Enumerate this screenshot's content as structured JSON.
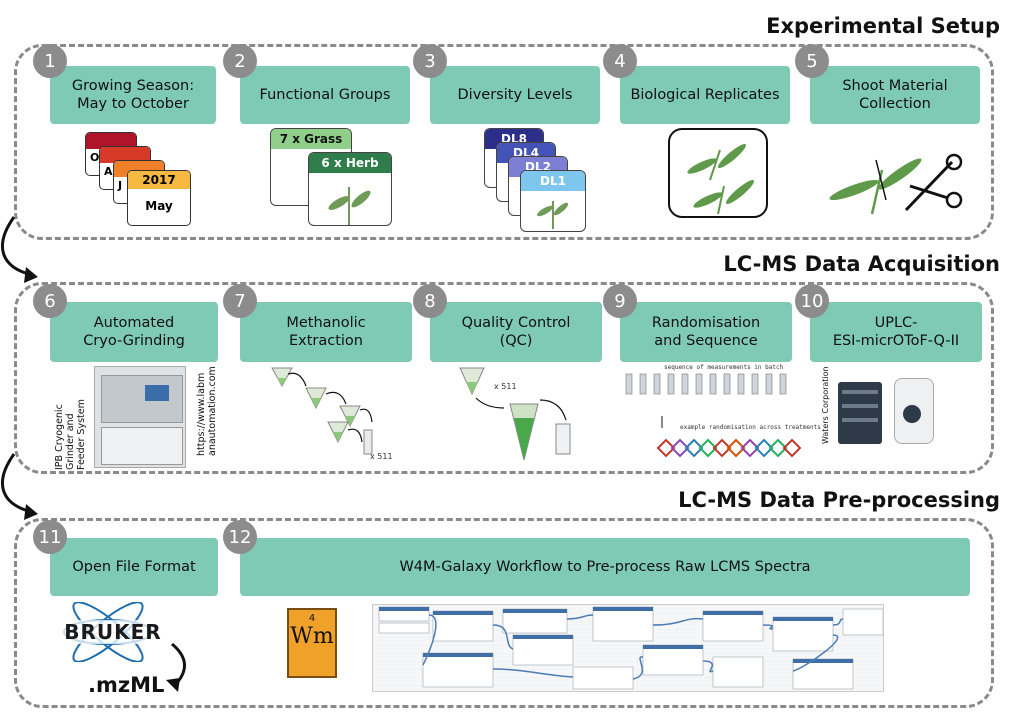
{
  "sections": {
    "experimental_setup": "Experimental Setup",
    "acquisition": "LC-MS Data Acquisition",
    "preprocessing": "LC-MS Data Pre-processing"
  },
  "steps": [
    {
      "num": "1",
      "label": "Growing Season:\nMay to October"
    },
    {
      "num": "2",
      "label": "Functional Groups"
    },
    {
      "num": "3",
      "label": "Diversity Levels"
    },
    {
      "num": "4",
      "label": "Biological Replicates"
    },
    {
      "num": "5",
      "label": "Shoot Material\nCollection"
    },
    {
      "num": "6",
      "label": "Automated\nCryo-Grinding"
    },
    {
      "num": "7",
      "label": "Methanolic\nExtraction"
    },
    {
      "num": "8",
      "label": "Quality Control\n(QC)"
    },
    {
      "num": "9",
      "label": "Randomisation\nand Sequence"
    },
    {
      "num": "10",
      "label": "UPLC-\nESI-micrOToF-Q-II"
    },
    {
      "num": "11",
      "label": "Open File Format"
    },
    {
      "num": "12",
      "label": "W4M-Galaxy Workflow to Pre-process Raw LCMS Spectra"
    }
  ],
  "calendar": {
    "year": "2017",
    "month": "May",
    "back_letters": [
      "O",
      "A",
      "J"
    ]
  },
  "functional_groups": {
    "grass": "7 x Grass",
    "herb": "6 x Herb"
  },
  "diversity": [
    "DL8",
    "DL4",
    "DL2",
    "DL1"
  ],
  "grinder_caption": "IPB Cryogenic\nGrinder and\nFeeder System",
  "grinder_url": "https://www.labm\nanautomation.com",
  "waters_caption": "Waters Corporation",
  "extraction_count": "x 511",
  "qc_count": "x 511",
  "sequence_caption": "sequence of measurements in batch",
  "randomisation_caption": "example randomisation across treatments",
  "bruker": {
    "brand": "BRUKER",
    "format": ".mzML"
  },
  "w4m_logo": {
    "number": "4",
    "symbol": "Wm"
  },
  "colors": {
    "box": "#7fcab5",
    "number_badge": "#8c8c8c",
    "dash": "#8a8a8a"
  }
}
